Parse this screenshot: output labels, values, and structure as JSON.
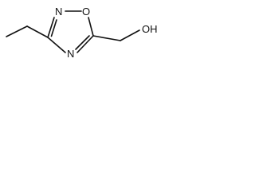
{
  "molecule": {
    "atom_labels": {
      "ring_n_top": "N",
      "ring_o": "O",
      "ring_n_bottom": "N",
      "hydroxyl": "OH"
    }
  }
}
